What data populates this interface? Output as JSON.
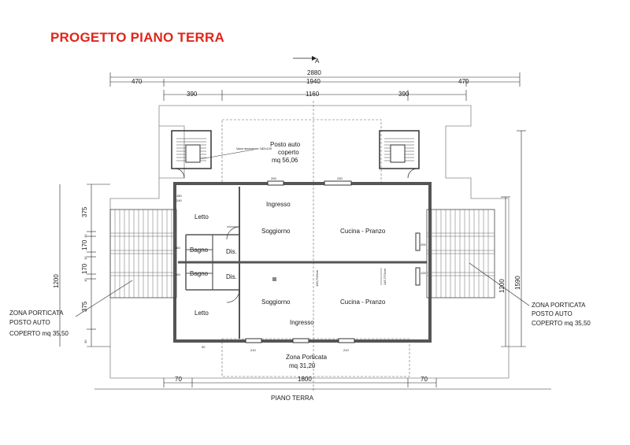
{
  "title": "PROGETTO PIANO TERRA",
  "section_marker": "A",
  "colors": {
    "title": "#e0261b",
    "lines": "#222222",
    "walls": "#555555",
    "gray": "#999999"
  },
  "dimensions": {
    "total_top": "2880",
    "top_left": "470",
    "top_mid": "1940",
    "top_right": "470",
    "inner_left": "390",
    "inner_mid": "1160",
    "inner_right": "390",
    "left_1": "375",
    "left_2": "10",
    "left_3": "170",
    "left_4": "10",
    "left_5": "170",
    "left_6": "10",
    "left_7": "375",
    "left_8": "30",
    "left_total": "1200",
    "right_1": "1200",
    "right_2": "1590",
    "bottom_left": "70",
    "bottom_mid": "1800",
    "bottom_right": "70"
  },
  "rooms": {
    "posto_auto_line1": "Posto auto",
    "posto_auto_line2": "coperto",
    "posto_auto_area": "mq 56,06",
    "elevator_note": "Vano ascensore 182x120",
    "letto": "Letto",
    "bagno": "Bagno",
    "dis": "Dis.",
    "ingresso": "Ingresso",
    "soggiorno": "Soggiorno",
    "cucina": "Cucina - Pranzo"
  },
  "heights": {
    "h1": "100,7/16cm",
    "h2": "145,7/74cm"
  },
  "small_dims": {
    "d150": "150",
    "d240": "240",
    "d160": "160",
    "d200": "200",
    "d230": "230",
    "d100": "100",
    "d90": "90",
    "d210": "210",
    "d125": "125"
  },
  "zona_left": {
    "line1": "ZONA PORTICATA",
    "line2": "POSTO AUTO",
    "line3": "COPERTO mq 35,50"
  },
  "zona_right": {
    "line1": "ZONA PORTICATA",
    "line2": "POSTO AUTO",
    "line3": "COPERTO mq 35,50"
  },
  "zona_bottom": {
    "line1": "Zona Porticata",
    "line2": "mq 31,20"
  },
  "floor_label": "PIANO TERRA"
}
